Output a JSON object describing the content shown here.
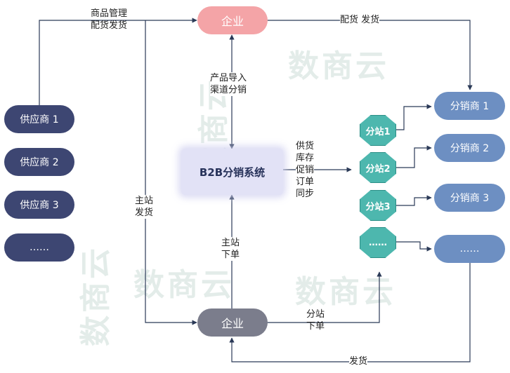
{
  "watermark": "数商云",
  "nodes": {
    "enterprise_top": "企业",
    "enterprise_bottom": "企业",
    "system": "B2B分销系统",
    "suppliers": [
      "供应商 1",
      "供应商 2",
      "供应商 3",
      "……"
    ],
    "substations": [
      "分站1",
      "分站2",
      "分站3",
      "……"
    ],
    "distributors": [
      "分销商 1",
      "分销商 2",
      "分销商 3",
      "……"
    ]
  },
  "labels": {
    "goods_mgmt": "商品管理",
    "ship_cfg": "配货发货",
    "cfg_ship_top": "配货 发货",
    "import": "产品导入",
    "channel": "渠道分销",
    "sync": [
      "供货",
      "库存",
      "促销",
      "订单",
      "同步"
    ],
    "main_ship_1": "主站",
    "main_ship_2": "发货",
    "main_order_1": "主站",
    "main_order_2": "下单",
    "sub_order_1": "分站",
    "sub_order_2": "下单",
    "ship_bottom": "发货"
  },
  "colors": {
    "enterprise_top": "#f4a4a7",
    "enterprise_bottom": "#7b7d8c",
    "supplier": "#3d4672",
    "distributor": "#6d8fc2",
    "substation": "#4db7ae",
    "system": "#e2e2f6"
  }
}
